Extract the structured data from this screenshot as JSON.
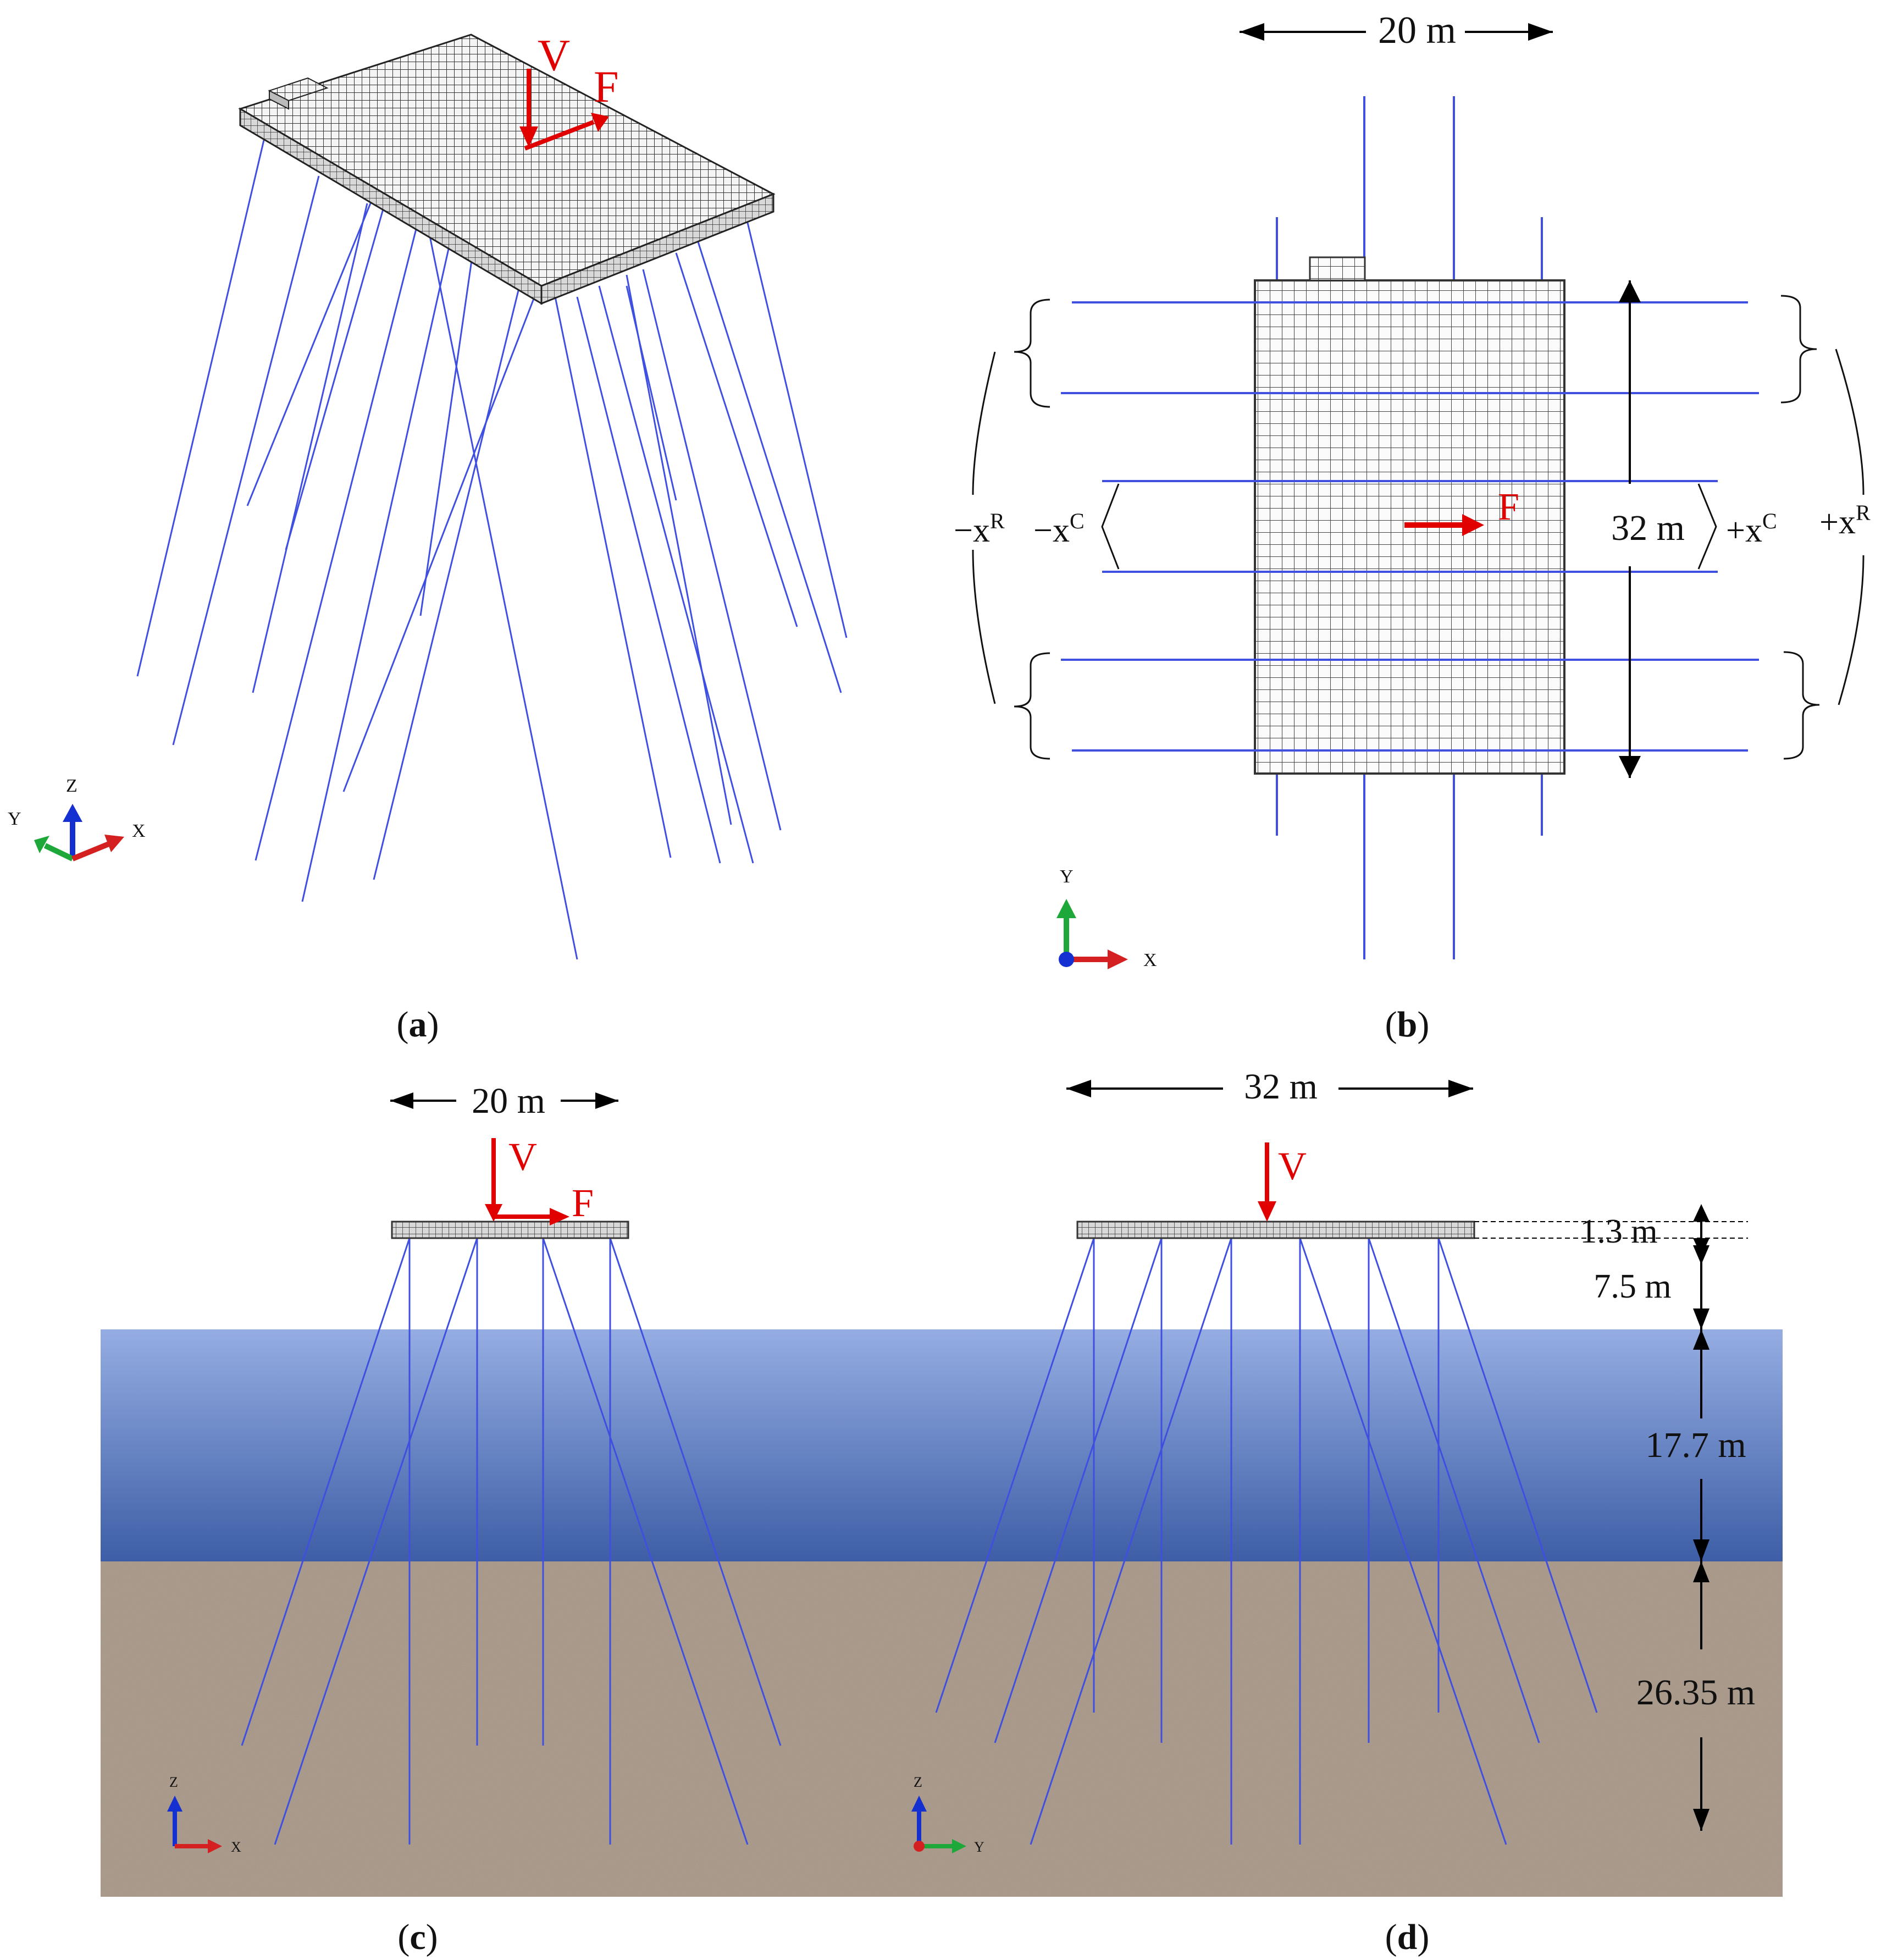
{
  "panels": {
    "a": {
      "caption_open": "(",
      "caption_letter": "a",
      "caption_close": ")",
      "force_v": "V",
      "force_f": "F",
      "axes": {
        "z": "Z",
        "y": "Y",
        "x": "X"
      }
    },
    "b": {
      "caption_open": "(",
      "caption_letter": "b",
      "caption_close": ")",
      "dim_width": "20 m",
      "dim_length": "32 m",
      "force_f": "F",
      "neg_xr": "−x",
      "neg_xr_sup": "R",
      "neg_xc": "−x",
      "neg_xc_sup": "C",
      "pos_xc": "+x",
      "pos_xc_sup": "C",
      "pos_xr": "+x",
      "pos_xr_sup": "R",
      "axes": {
        "y": "Y",
        "x": "X"
      }
    },
    "c": {
      "caption_open": "(",
      "caption_letter": "c",
      "caption_close": ")",
      "dim_width": "20 m",
      "force_v": "V",
      "force_f": "F",
      "axes": {
        "z": "Z",
        "x": "X"
      }
    },
    "d": {
      "caption_open": "(",
      "caption_letter": "d",
      "caption_close": ")",
      "dim_length": "32 m",
      "force_v": "V",
      "dim_thickness": "1.3 m",
      "dim_air_gap": "7.5 m",
      "dim_water": "17.7 m",
      "dim_soil": "26.35 m",
      "axes": {
        "z": "Z",
        "y": "Y"
      }
    }
  },
  "colors": {
    "mooring": "#3f4fe0",
    "force": "#e00000",
    "mesh": "#4a4a4a",
    "water_top": "#8fa8e0",
    "water_bottom": "#3f5fa8",
    "soil": "#a39384",
    "axis_x": "#d42020",
    "axis_y": "#1fa83a",
    "axis_z": "#1530d0"
  }
}
